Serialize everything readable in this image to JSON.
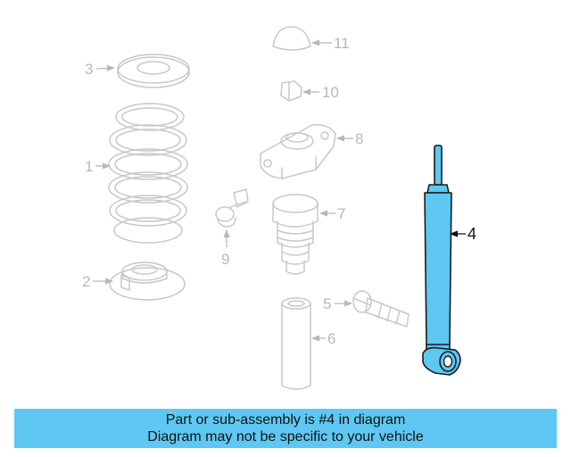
{
  "callouts": {
    "c1": "1",
    "c2": "2",
    "c3": "3",
    "c4": "4",
    "c5": "5",
    "c6": "6",
    "c7": "7",
    "c8": "8",
    "c9": "9",
    "c10": "10",
    "c11": "11"
  },
  "highlighted_part": "4",
  "colors": {
    "highlight": "#5ec8f2",
    "ghost": "#c8c8c8"
  },
  "banner": {
    "line1": "Part or sub-assembly is #4 in diagram",
    "line2": "Diagram may not be specific to your vehicle"
  }
}
